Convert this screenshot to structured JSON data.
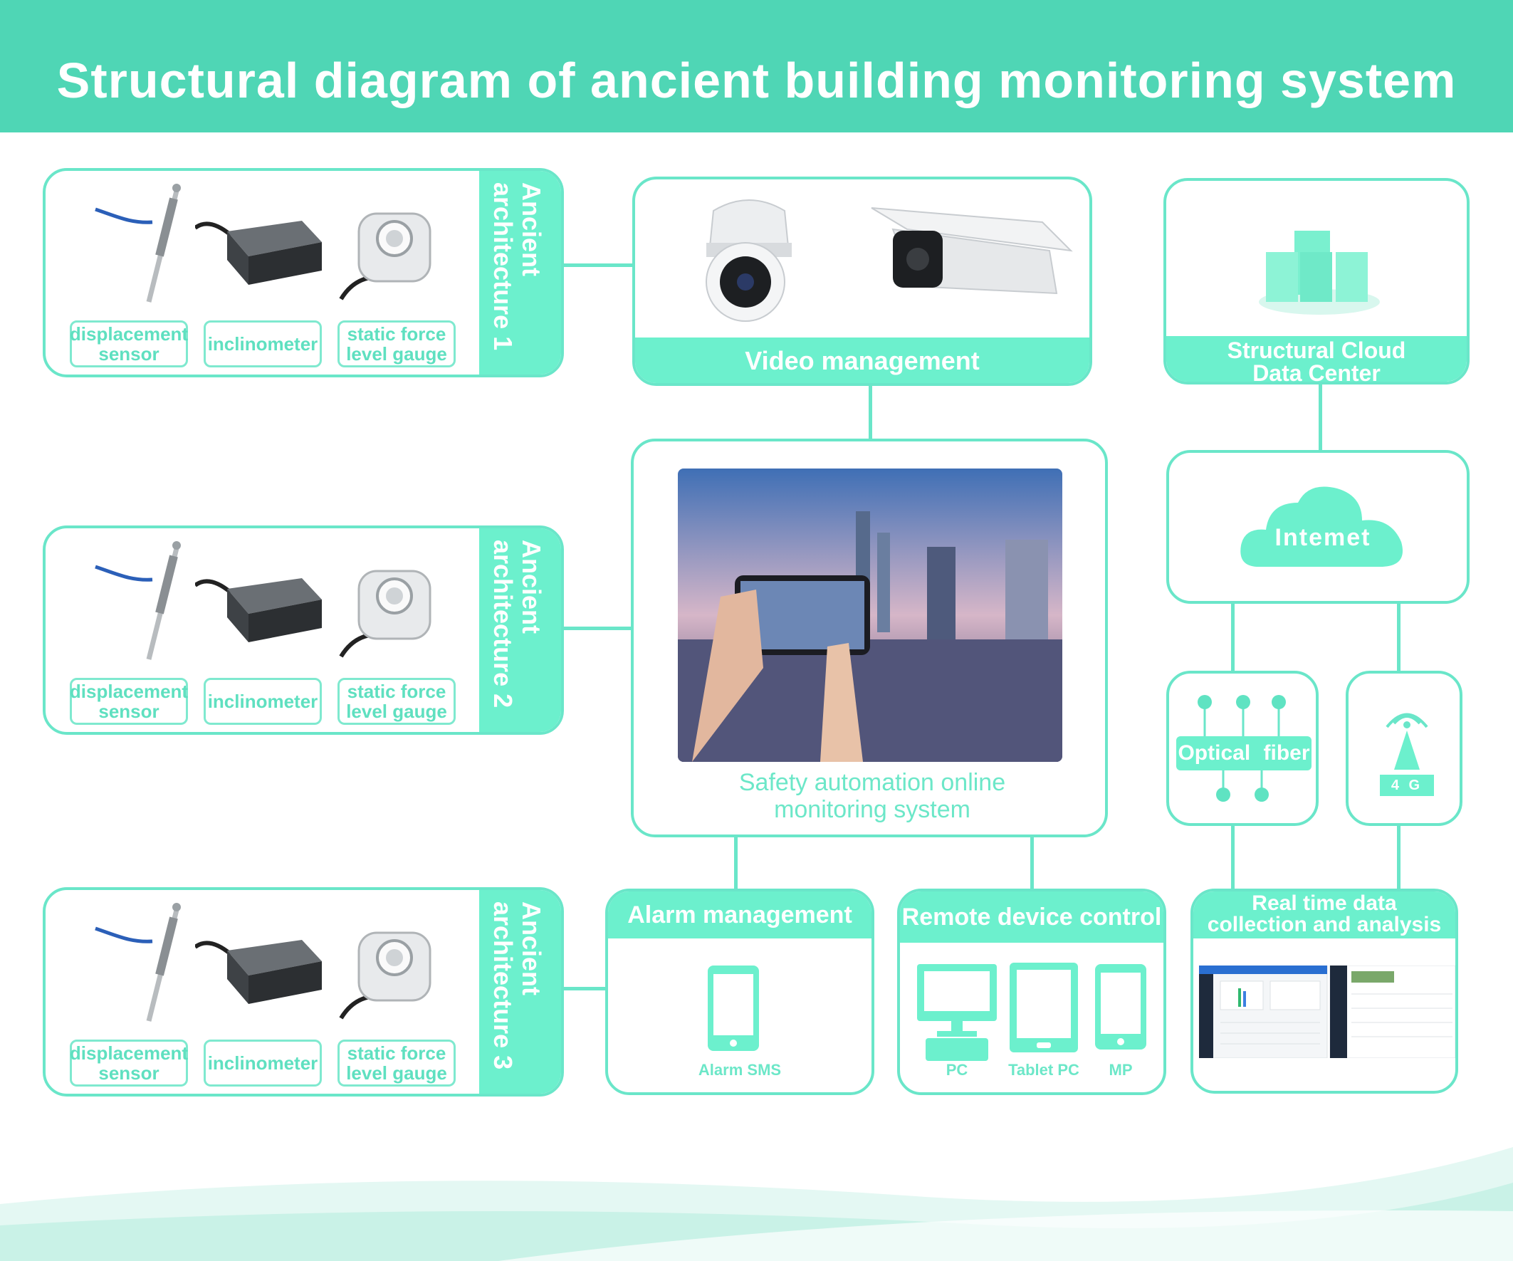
{
  "title": "Structural diagram of ancient building monitoring system",
  "architectures": [
    {
      "label": "Ancient architecture 1"
    },
    {
      "label": "Ancient architecture 2"
    },
    {
      "label": "Ancient architecture 3"
    }
  ],
  "sensors": {
    "displacement": "displacement sensor",
    "inclinometer": "inclinometer",
    "static_force": "static force level gauge"
  },
  "video": {
    "label": "Video management"
  },
  "cloud_center": {
    "label": "Structural Cloud Data Center"
  },
  "internet": {
    "label": "Intemet"
  },
  "optical": {
    "label": "Optical fiber"
  },
  "net4g": {
    "label": "4 G"
  },
  "center": {
    "caption": "Safety automation online monitoring system"
  },
  "alarm": {
    "title": "Alarm management",
    "sms": "Alarm SMS"
  },
  "remote": {
    "title": "Remote device control",
    "pc": "PC",
    "tablet": "Tablet PC",
    "mp": "MP"
  },
  "realtime": {
    "title": "Real time data collection and analysis"
  },
  "colors": {
    "accent": "#4fd6b5",
    "band": "#6cf0cd",
    "border": "#6ae6c9"
  }
}
